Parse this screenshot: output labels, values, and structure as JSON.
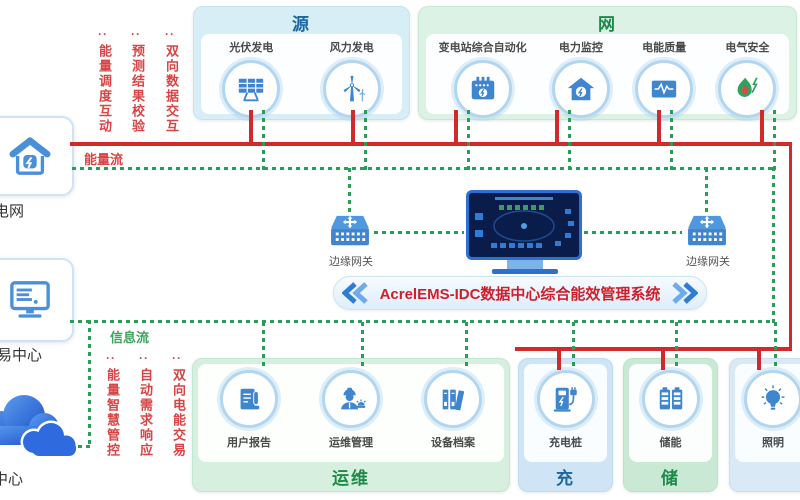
{
  "banner": {
    "title": "AcrelEMS-IDC数据中心综合能效管理系统"
  },
  "flow_labels": {
    "energy": "能量流",
    "info": "信息流"
  },
  "annotations": {
    "dots": "··",
    "top": [
      "能量调度互动",
      "预测结果校验",
      "双向数据交互"
    ],
    "bottom": [
      "能量智慧管控",
      "自动需求响应",
      "双向电能交易"
    ]
  },
  "groups": {
    "source": {
      "title": "源",
      "items": [
        {
          "label": "光伏发电"
        },
        {
          "label": "风力发电"
        }
      ]
    },
    "grid": {
      "title": "网",
      "items": [
        {
          "label": "变电站综合自动化"
        },
        {
          "label": "电力监控"
        },
        {
          "label": "电能质量"
        },
        {
          "label": "电气安全"
        }
      ]
    },
    "om": {
      "title": "运维",
      "items": [
        {
          "label": "用户报告"
        },
        {
          "label": "运维管理"
        },
        {
          "label": "设备档案"
        }
      ]
    },
    "charge": {
      "title": "充",
      "items": [
        {
          "label": "充电桩"
        }
      ]
    },
    "storage": {
      "title": "储",
      "items": [
        {
          "label": "储能"
        }
      ]
    },
    "lighting": {
      "title": "",
      "items": [
        {
          "label": "照明"
        }
      ]
    }
  },
  "left_nodes": {
    "grid": {
      "label": "电网"
    },
    "trade": {
      "label": "交易中心"
    },
    "cloud": {
      "label": "云中心"
    }
  },
  "gateways": {
    "left": {
      "label": "边缘网关"
    },
    "right": {
      "label": "边缘网关"
    }
  },
  "colors": {
    "energy_line": "#d02a2a",
    "info_line": "#2a9e58",
    "accent_blue": "#3f86cf",
    "title_blue": "#1a67a3",
    "title_green": "#1e8a4a",
    "annotation_red": "#d94444"
  }
}
